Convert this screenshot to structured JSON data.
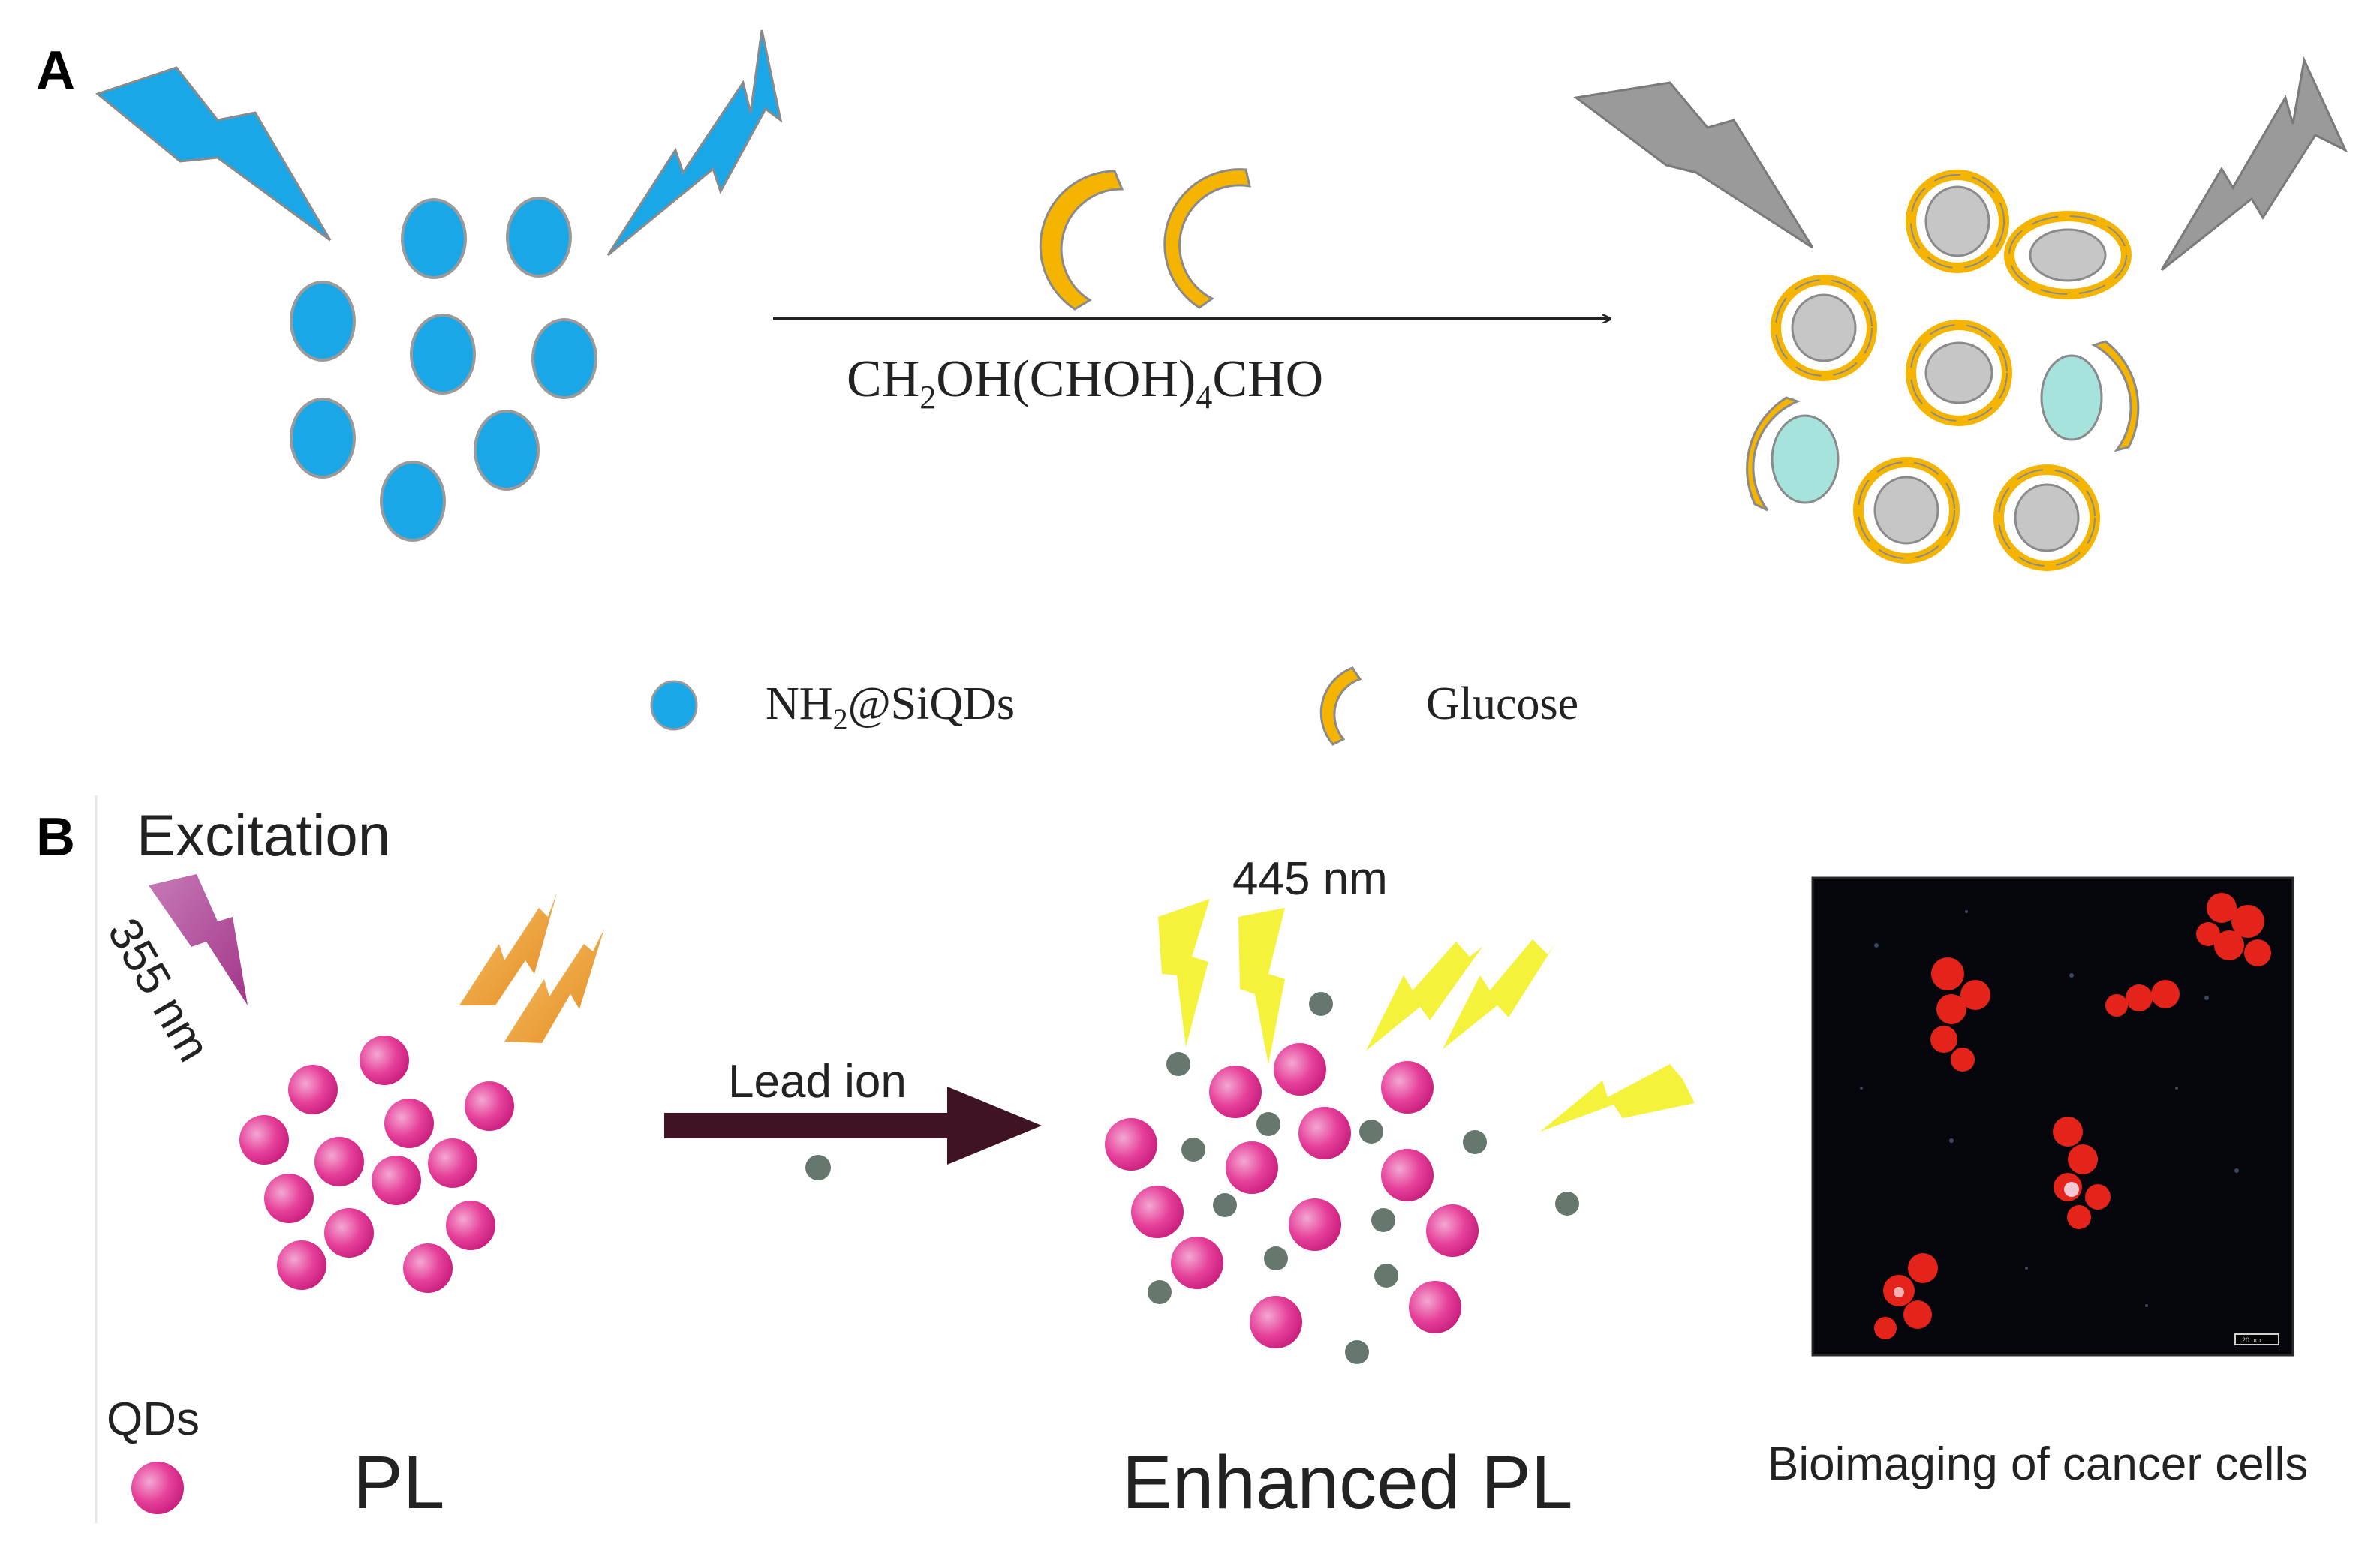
{
  "panel_a": {
    "label": "A",
    "reagent_formula": {
      "p1": "CH",
      "s1": "2",
      "p2": "OH(CHOH)",
      "s2": "4",
      "p3": "CHO"
    },
    "legend": {
      "sqds_main": "NH",
      "sqds_sub": "2",
      "sqds_rest": "@SiQDs",
      "glucose": "Glucose"
    }
  },
  "panel_b": {
    "label": "B",
    "excitation_label": "Excitation",
    "excitation_wavelength": "355 nm",
    "emission_wavelength": "445 nm",
    "arrow_label": "Lead ion",
    "qds_label": "QDs",
    "pl_label": "PL",
    "enhanced_label": "Enhanced PL",
    "bioimaging_caption": "Bioimaging of cancer cells",
    "scale_bar_text": "20 µm"
  },
  "colors": {
    "sqd_blue": "#1aa7e8",
    "glucose_orange": "#f4b400",
    "complexed_grey": "#c6c6c6",
    "unreacted_cyan": "#a6e3dc",
    "lightning_grey": "#9a9a9a",
    "excitation_purple": "#b6459a",
    "emission_orange": "#ee9b2b",
    "emission_yellow": "#f4f23a",
    "qd_pink": "#e6409a",
    "lead_ion_grey": "#66786d",
    "arrow_maroon": "#3f1224"
  }
}
